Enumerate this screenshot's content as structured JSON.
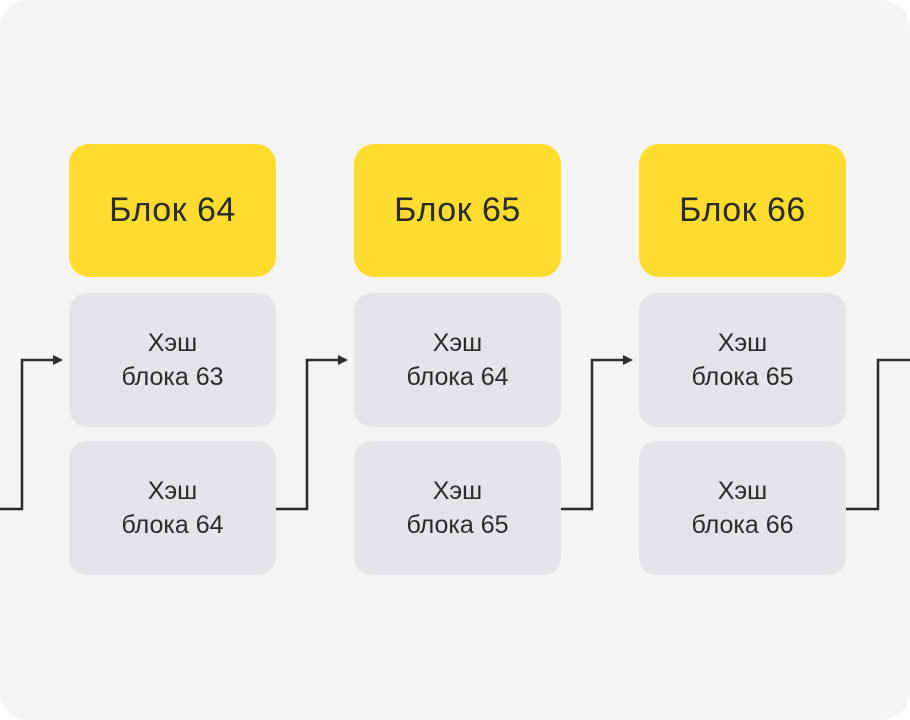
{
  "blocks": [
    {
      "title": "Блок 64",
      "prev_hash": {
        "line1": "Хэш",
        "line2": "блока 63"
      },
      "own_hash": {
        "line1": "Хэш",
        "line2": "блока 64"
      }
    },
    {
      "title": "Блок 65",
      "prev_hash": {
        "line1": "Хэш",
        "line2": "блока 64"
      },
      "own_hash": {
        "line1": "Хэш",
        "line2": "блока 65"
      }
    },
    {
      "title": "Блок 66",
      "prev_hash": {
        "line1": "Хэш",
        "line2": "блока 65"
      },
      "own_hash": {
        "line1": "Хэш",
        "line2": "блока 66"
      }
    }
  ],
  "colors": {
    "background": "#f4f4f4",
    "header": "#ffdc2e",
    "hash_card": "#e4e4e8",
    "connector": "#2b2b2b",
    "text": "#2b2b2b"
  }
}
